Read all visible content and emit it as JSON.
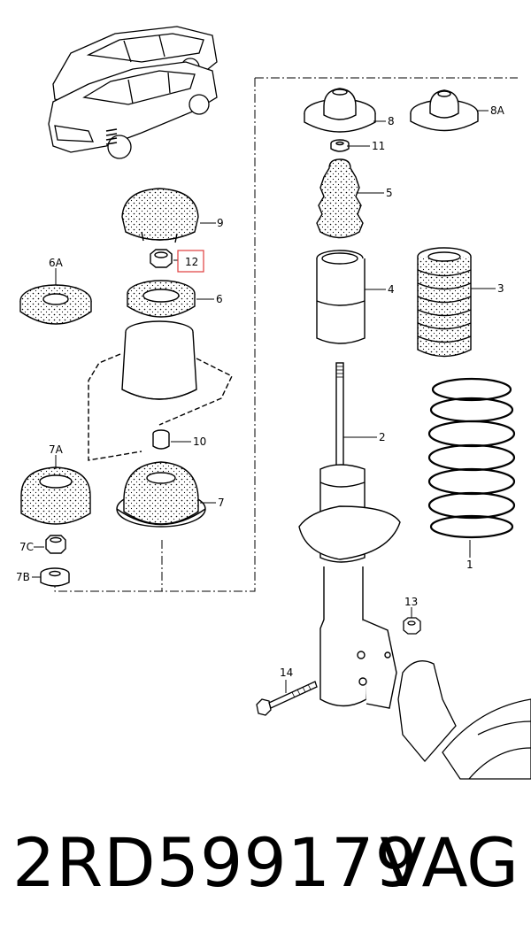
{
  "callouts": {
    "c1": "1",
    "c2": "2",
    "c3": "3",
    "c4": "4",
    "c5": "5",
    "c6": "6",
    "c6a": "6A",
    "c7": "7",
    "c7a": "7A",
    "c7b": "7B",
    "c7c": "7C",
    "c8": "8",
    "c8a": "8A",
    "c9": "9",
    "c10": "10",
    "c11": "11",
    "c12": "12",
    "c13": "13",
    "c14": "14"
  },
  "highlight_color": "#e03c3c",
  "footer": {
    "part_number": "2RD599179",
    "brand": "VAG"
  }
}
